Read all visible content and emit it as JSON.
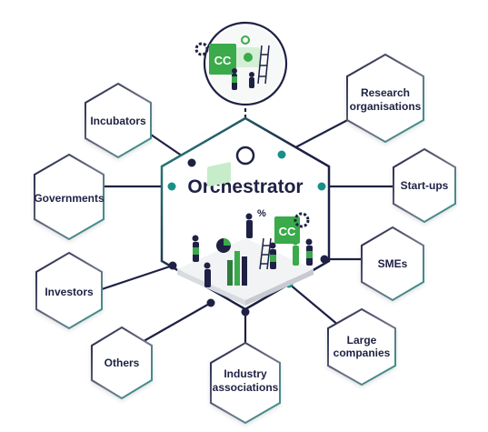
{
  "center": {
    "title": "Orchestrator",
    "illustration_icon": "team-collaboration-illustration"
  },
  "top_illustration": {
    "icon": "innovation-workspace-illustration"
  },
  "stakeholders": {
    "incubators": "Incubators",
    "research_line1": "Research",
    "research_line2": "organisations",
    "governments": "Governments",
    "startups": "Start-ups",
    "investors": "Investors",
    "smes": "SMEs",
    "others": "Others",
    "large_line1": "Large",
    "large_line2": "companies",
    "industry_line1": "Industry",
    "industry_line2": "associations"
  },
  "colors": {
    "navy": "#1e2144",
    "teal": "#18908a",
    "green": "#3aaa4a",
    "grey_border": "#8a8c9e"
  }
}
